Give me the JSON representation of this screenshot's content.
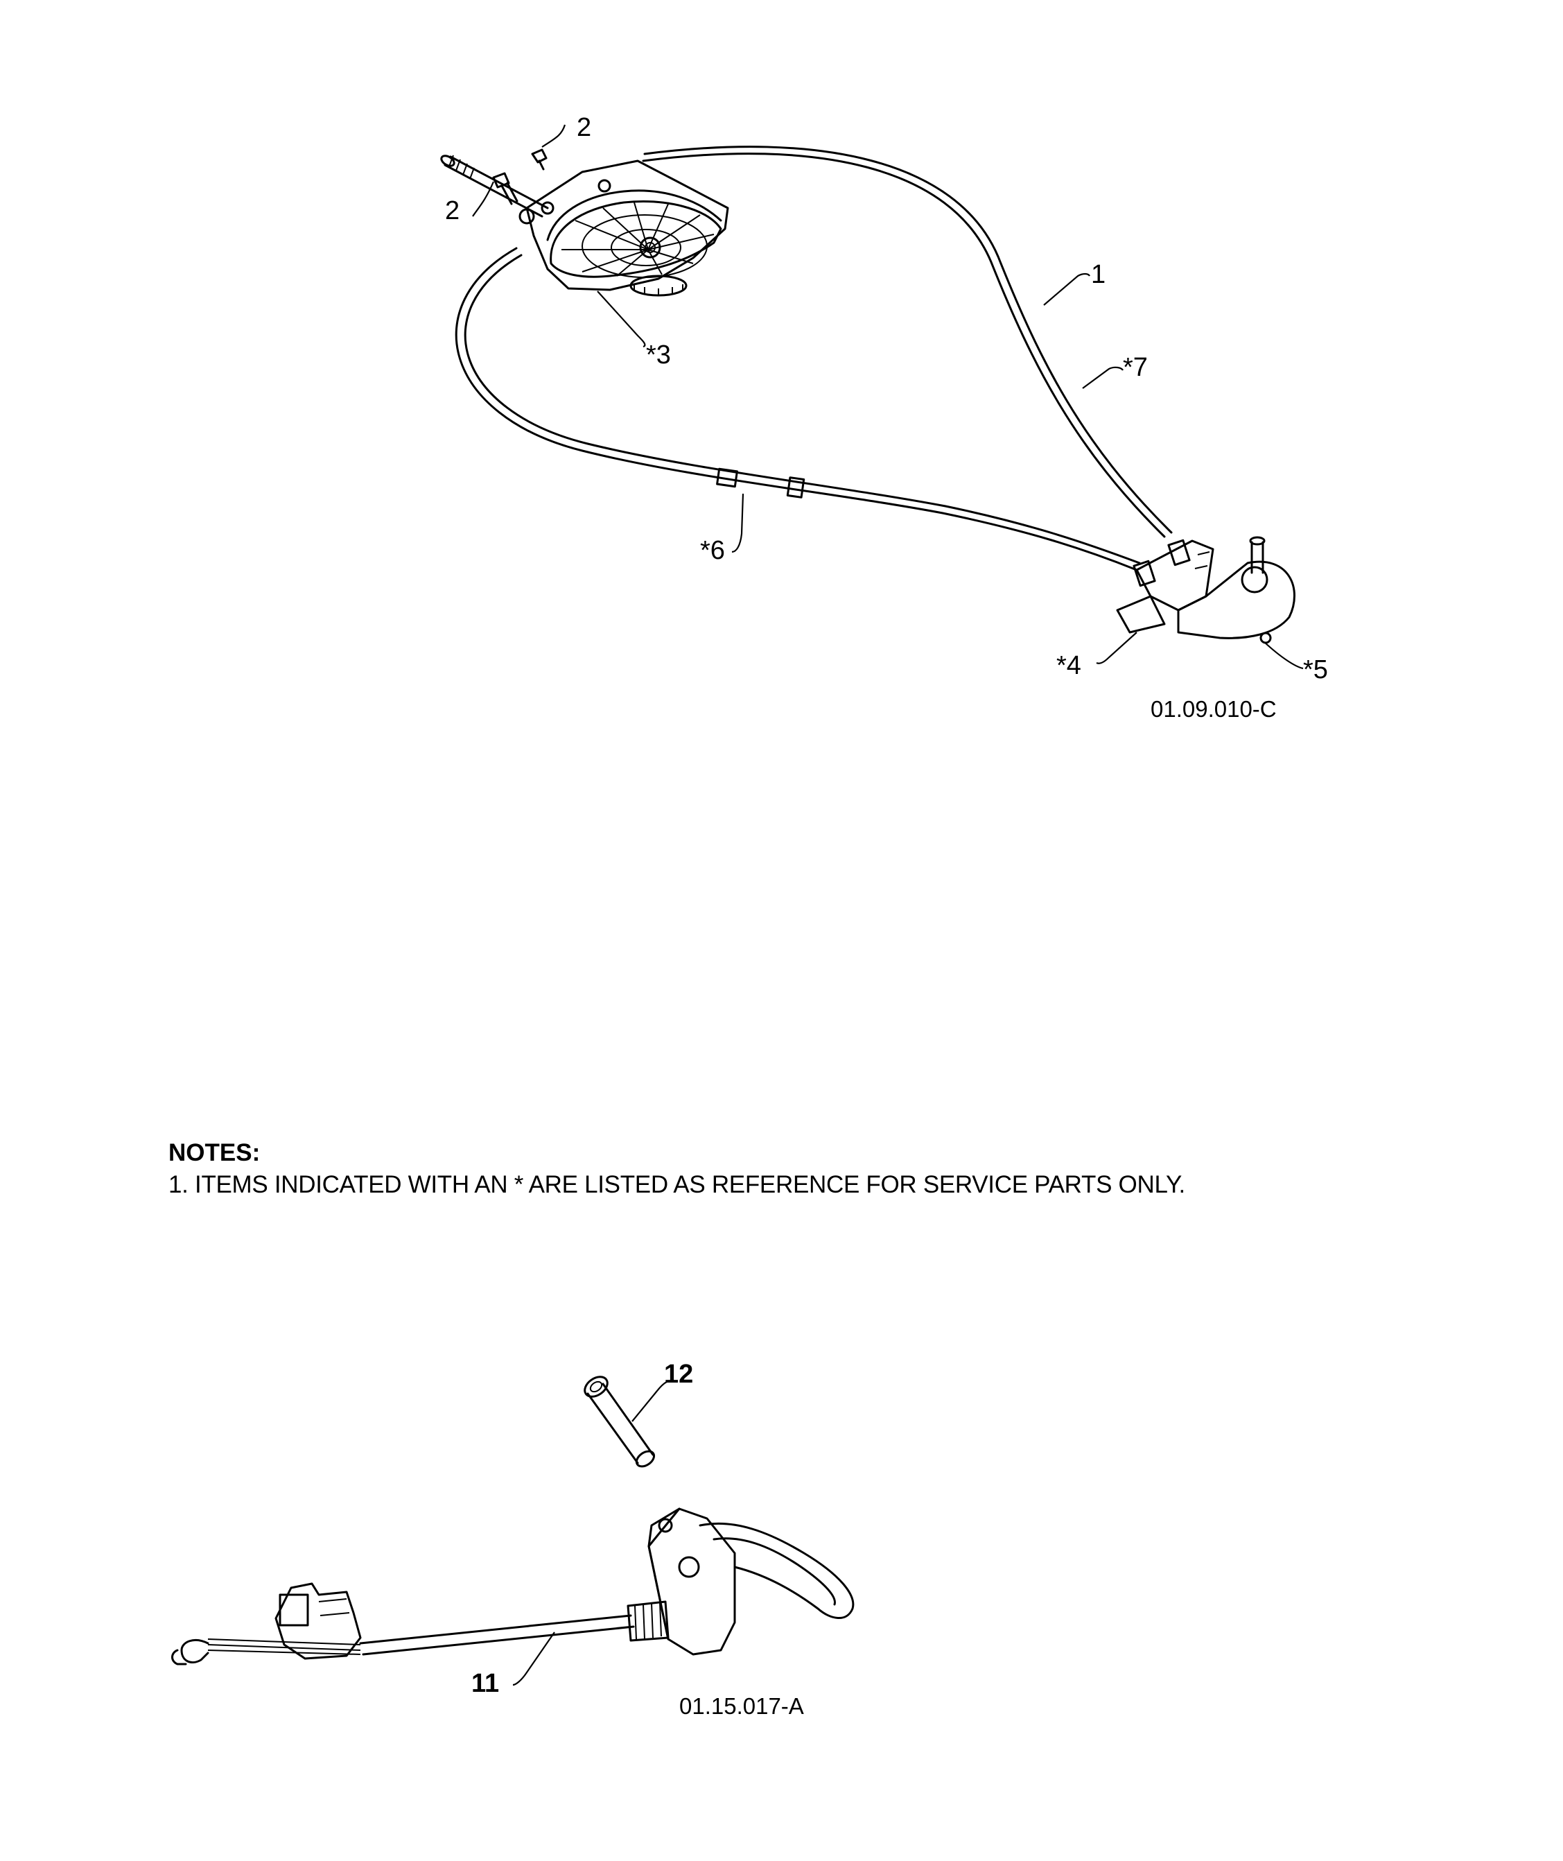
{
  "figure_top": {
    "id": "01.09.010-C",
    "callouts": {
      "c1": "1",
      "c2a": "2",
      "c2b": "2",
      "c3": "*3",
      "c4": "*4",
      "c5": "*5",
      "c6": "*6",
      "c7": "*7"
    }
  },
  "notes": {
    "title": "NOTES:",
    "items": [
      "1. ITEMS INDICATED WITH AN * ARE LISTED AS REFERENCE FOR SERVICE PARTS ONLY."
    ]
  },
  "figure_bottom": {
    "id": "01.15.017-A",
    "callouts": {
      "c11": "11",
      "c12": "12"
    }
  }
}
